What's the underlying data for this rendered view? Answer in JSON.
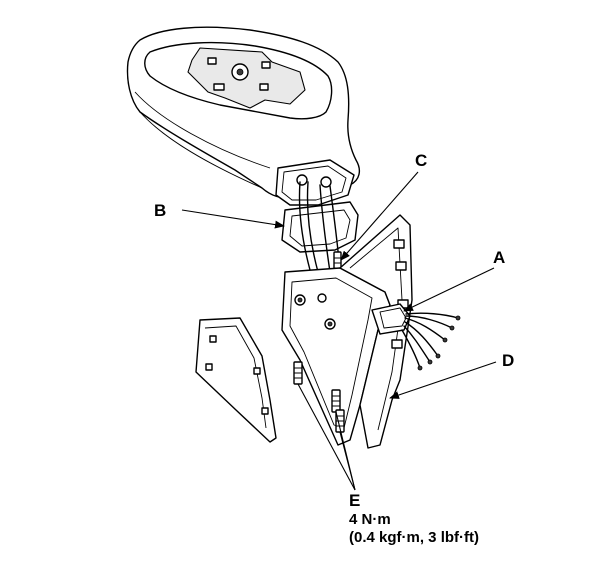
{
  "callouts": {
    "a": "A",
    "b": "B",
    "c": "C",
    "d": "D",
    "e": "E"
  },
  "torque_spec": {
    "line1": "4 N·m",
    "line2": "(0.4 kgf·m, 3 lbf·ft)"
  }
}
